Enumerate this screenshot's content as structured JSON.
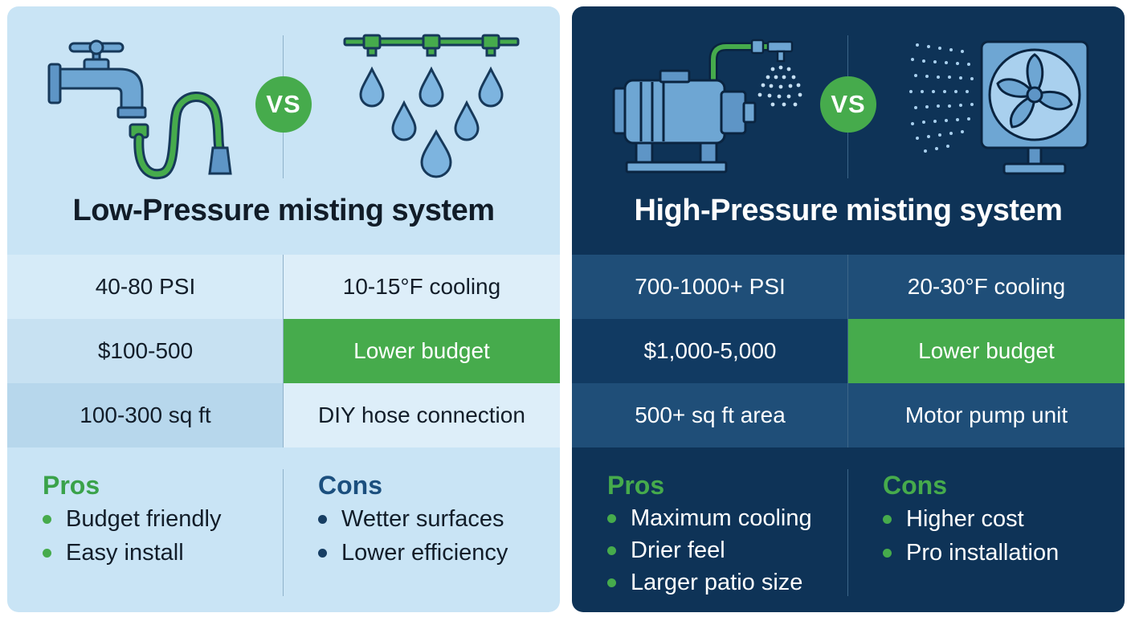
{
  "panels": {
    "low": {
      "vs_label": "VS",
      "left_icon": "faucet-with-garden-hose-icon",
      "right_icon": "mist-line-with-water-drops-icon",
      "title": "Low-Pressure misting system",
      "specs": [
        [
          "40-80 PSI",
          "10-15°F cooling"
        ],
        [
          "$100-500",
          "Lower budget"
        ],
        [
          "100-300 sq ft",
          "DIY hose connection"
        ]
      ],
      "pros": {
        "heading": "Pros",
        "items": [
          "Budget friendly",
          "Easy install"
        ]
      },
      "cons": {
        "heading": "Cons",
        "items": [
          "Wetter surfaces",
          "Lower efficiency"
        ]
      },
      "colors": {
        "background": "#c9e4f5",
        "accent": "#46ab4c",
        "text": "#111c28"
      }
    },
    "high": {
      "vs_label": "VS",
      "left_icon": "motor-pump-with-spray-nozzle-icon",
      "right_icon": "mist-fan-icon",
      "title": "High-Pressure misting system",
      "specs": [
        [
          "700-1000+ PSI",
          "20-30°F cooling"
        ],
        [
          "$1,000-5,000",
          "Lower budget"
        ],
        [
          "500+ sq ft area",
          "Motor pump unit"
        ]
      ],
      "pros": {
        "heading": "Pros",
        "items": [
          "Maximum cooling",
          "Drier feel",
          "Larger patio size"
        ]
      },
      "cons": {
        "heading": "Cons",
        "items": [
          "Higher cost",
          "Pro installation"
        ]
      },
      "colors": {
        "background": "#0e3357",
        "accent": "#46ab4c",
        "text": "#ffffff"
      }
    }
  }
}
